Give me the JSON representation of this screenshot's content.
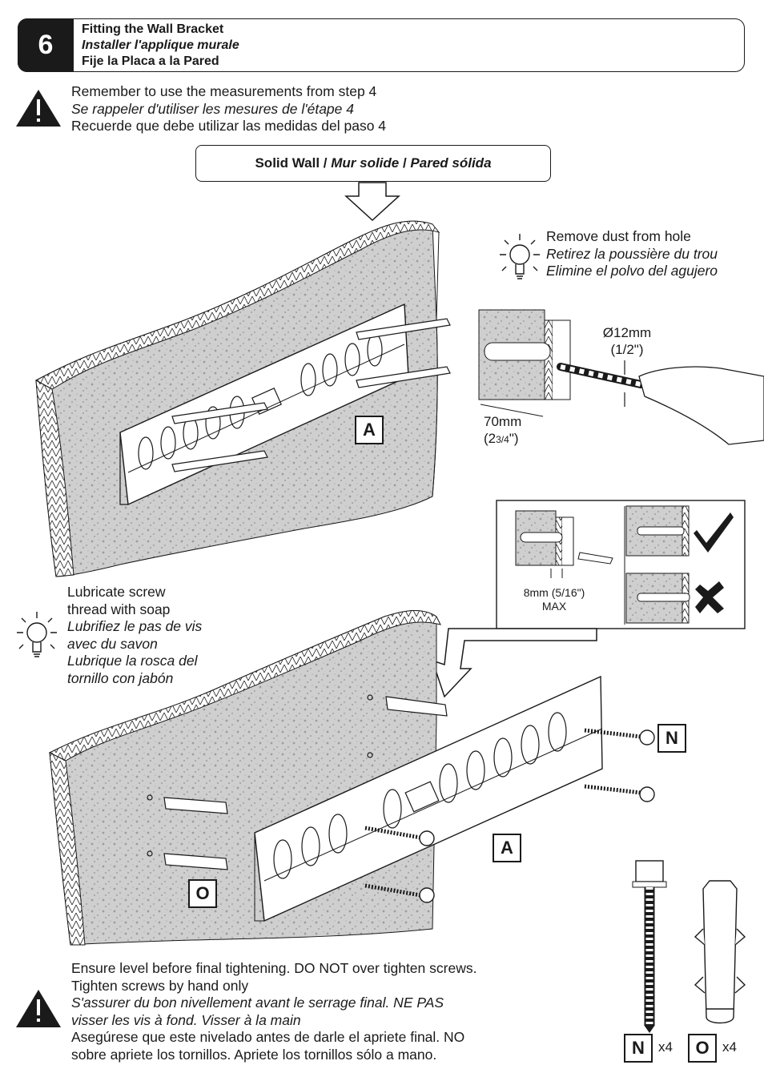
{
  "step": {
    "number": "6",
    "title_en": "Fitting the Wall Bracket",
    "title_fr": "Installer l'applique murale",
    "title_es": "Fije la Placa a la Pared"
  },
  "warning_top": {
    "line_en": "Remember to use the measurements from step 4",
    "line_fr": "Se rappeler d'utiliser les mesures de l'étape 4",
    "line_es": "Recuerde que debe utilizar las medidas del paso 4"
  },
  "wall_type": {
    "en": "Solid Wall",
    "sep1": " / ",
    "fr": "Mur solide",
    "sep2": " / ",
    "es": "Pared sólida"
  },
  "tip_dust": {
    "en": "Remove dust from hole",
    "fr": "Retirez la poussière du trou",
    "es": "Elimine el polvo del agujero"
  },
  "drill": {
    "diameter": "Ø12mm",
    "diameter_in": "(1/2\")",
    "depth": "70mm",
    "depth_in_open": "(2",
    "depth_in_frac": "3/4",
    "depth_in_close": "\")"
  },
  "inset": {
    "depth": "8mm (5/16\")",
    "max": "MAX"
  },
  "tip_soap": {
    "en1": "Lubricate screw",
    "en2": "thread with soap",
    "fr1": "Lubrifiez le pas de vis",
    "fr2": "avec du savon",
    "es1": "Lubrique la rosca del",
    "es2": "tornillo con jabón"
  },
  "labels": {
    "bracket": "A",
    "screw": "N",
    "anchor": "O"
  },
  "parts": {
    "screw_label": "N",
    "screw_qty": "x4",
    "anchor_label": "O",
    "anchor_qty": "x4"
  },
  "warning_bottom": {
    "en1": "Ensure level before final tightening. DO NOT over tighten screws.",
    "en2": "Tighten screws by hand only",
    "fr1": "S'assurer du bon nivellement avant le serrage final. NE PAS",
    "fr2": "visser les vis à fond. Visser à la main",
    "es1": "Asegúrese que este nivelado antes de darle el apriete final. NO",
    "es2": "sobre apriete los tornillos. Apriete los tornillos sólo a mano."
  },
  "colors": {
    "ink": "#1a1a1a",
    "wall": "#d4d4d4",
    "wall_texture": "#9a9a9a",
    "bracket": "#ffffff"
  }
}
